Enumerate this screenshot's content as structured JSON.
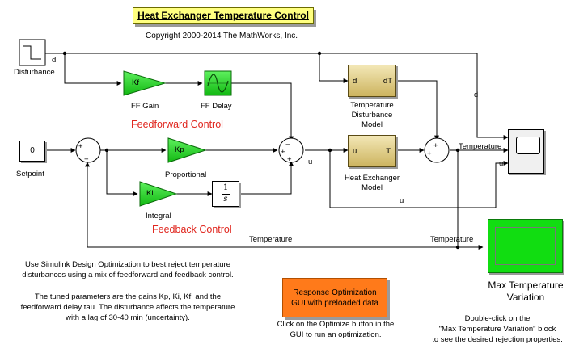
{
  "title": "Heat Exchanger Temperature Control",
  "copyright": "Copyright 2000-2014 The MathWorks, Inc.",
  "blocks": {
    "disturbance": "Disturbance",
    "ff_gain": "FF Gain",
    "ff_delay": "FF Delay",
    "kf": "Kf",
    "kp": "Kp",
    "ki": "Ki",
    "setpoint": "Setpoint",
    "setpoint_value": "0",
    "proportional": "Proportional",
    "integral": "Integral",
    "integrator_num": "1",
    "integrator_den": "s",
    "temp_dist_model": "Temperature\nDisturbance\nModel",
    "temp_dist_in": "d",
    "temp_dist_out": "dT",
    "heat_exchanger": "Heat Exchanger\nModel",
    "hx_in": "u",
    "hx_out": "T",
    "max_temp_variation": "Max Temperature\nVariation"
  },
  "signals": {
    "d_disturbance": "d",
    "d_scope": "d",
    "u_sum": "u",
    "u_scope": "u",
    "u_bottom": "u",
    "temperature_scope": "Temperature",
    "temperature_feedback": "Temperature",
    "temperature_mtv": "Temperature"
  },
  "sum_signs": {
    "s1_plus": "+",
    "s1_minus": "−",
    "s2_minus": "−",
    "s2_plus1": "+",
    "s2_plus2": "+",
    "s3_plus1": "+",
    "s3_plus2": "+"
  },
  "annotations": {
    "feedforward": "Feedforward Control",
    "feedback": "Feedback Control",
    "description_1": "Use Simulink Design Optimization to best reject temperature\ndisturbances using a mix of feedforward and feedback control.",
    "description_2": "The tuned parameters are the gains Kp, Ki, Kf, and the\nfeedforward delay tau. The disturbance affects the temperature\nwith a lag of 30-40 min (uncertainty).",
    "optimize_hint": "Click on the Optimize button in the\nGUI to run an optimization.",
    "mtv_hint": "Double-click on the\n\"Max Temperature Variation\" block\nto see the desired rejection properties."
  },
  "response_button": "Response Optimization\nGUI with preloaded data",
  "colors": {
    "title_bg": "#ffff80",
    "gain_green": "#22dd22",
    "annotation_red": "#e0261e",
    "button_orange": "#ff7a1a",
    "model_tan": "#dcc77a"
  }
}
